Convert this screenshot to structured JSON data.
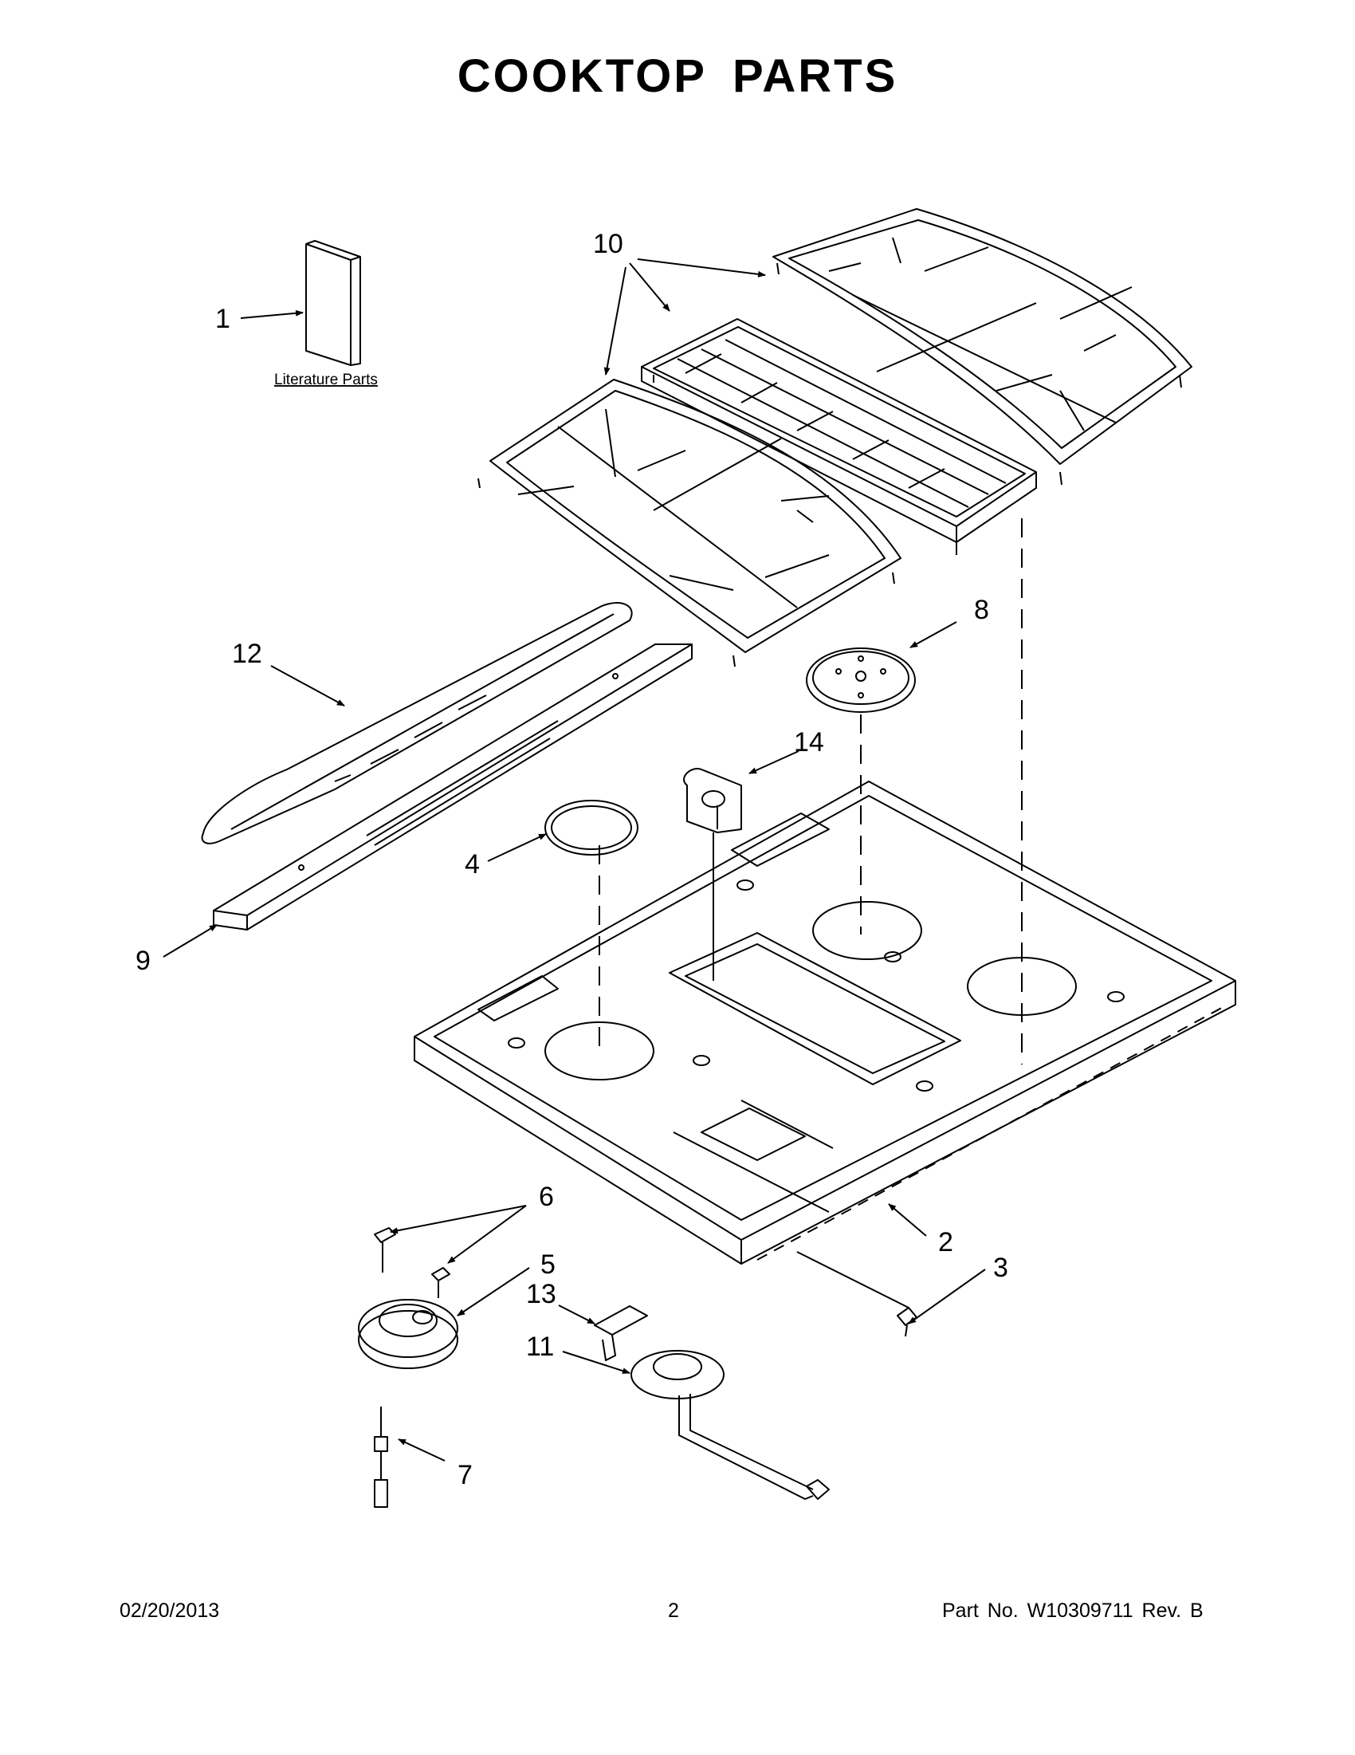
{
  "title": "COOKTOP PARTS",
  "literature_label": "Literature Parts",
  "callouts": {
    "c1": "1",
    "c2": "2",
    "c3": "3",
    "c4": "4",
    "c5": "5",
    "c6": "6",
    "c7": "7",
    "c8": "8",
    "c9": "9",
    "c10": "10",
    "c11": "11",
    "c12": "12",
    "c13": "13",
    "c14": "14"
  },
  "footer": {
    "date": "02/20/2013",
    "page": "2",
    "part": "Part No.  W10309711  Rev.  B"
  }
}
